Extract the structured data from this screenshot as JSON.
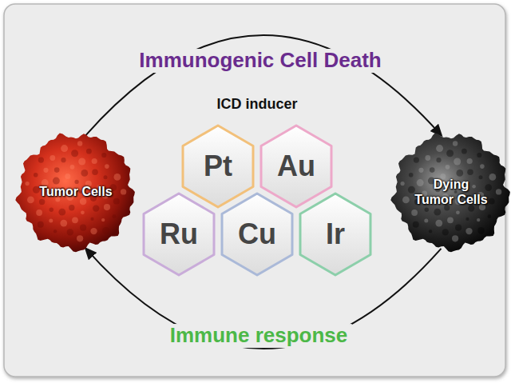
{
  "diagram": {
    "nodes": [
      {
        "text": [
          "Tumor Cells"
        ]
      },
      {
        "text": [
          "Pt"
        ]
      },
      {
        "text": [
          "Au"
        ]
      },
      {
        "text": [
          "Ru"
        ]
      },
      {
        "text": [
          "Cu"
        ]
      },
      {
        "text": [
          "Ir"
        ]
      },
      {
        "text": [
          "Dying Tumor Cells"
        ]
      }
    ],
    "edges": [
      {
        "from": 0,
        "to": 6,
        "arrow": "to",
        "label": "Immunogenic Cell Death"
      },
      {
        "from": 6,
        "to": 0,
        "arrow": "to",
        "label": "Immune response"
      }
    ],
    "labels": [
      "ICD inducer"
    ]
  }
}
